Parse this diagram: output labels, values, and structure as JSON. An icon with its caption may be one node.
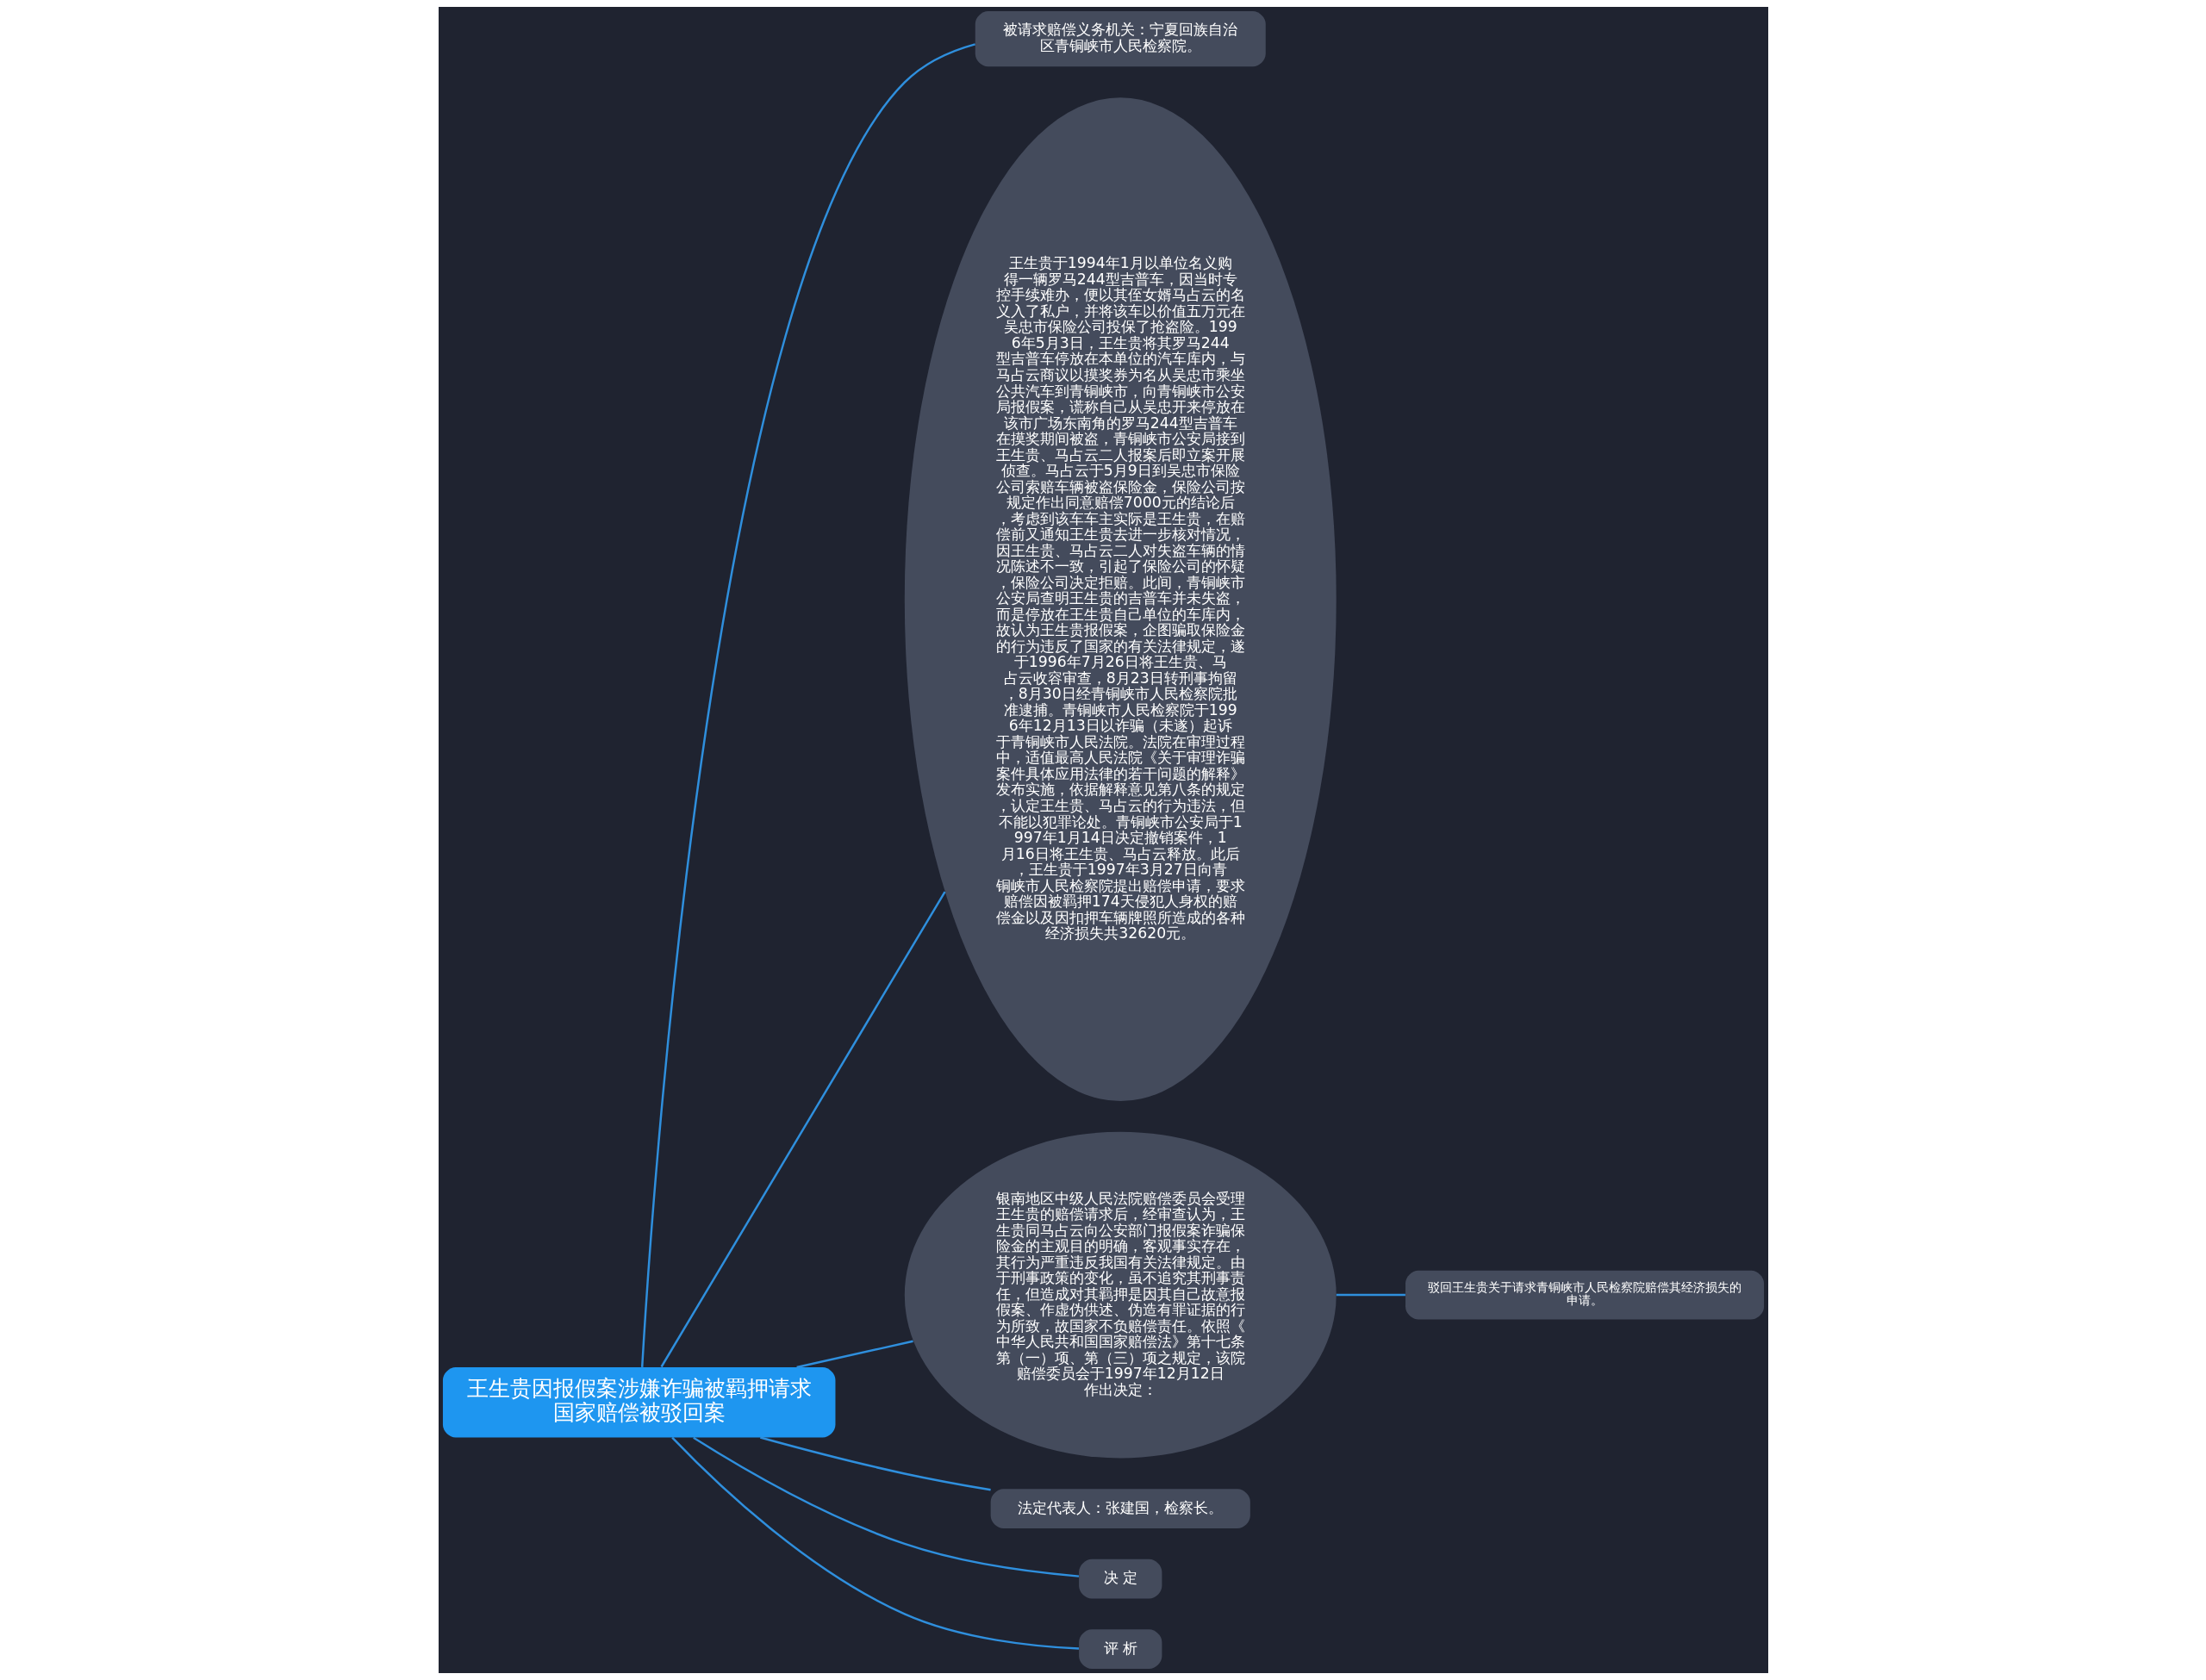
{
  "diagram": {
    "nodes": [
      {
        "text": [
          "王生贵因报假案涉嫌诈骗被羁押请求国家赔偿被驳回案"
        ]
      },
      {
        "text": [
          "被请求赔偿义务机关：宁夏回族自治区青铜峡市人民检察院。"
        ]
      },
      {
        "text": [
          "王生贵于1994年1月以单位名义购得一辆罗马244型吉普车，因当时专控手续难办，便以其侄女婿马占云的名义入了私户，并将该车以价值五万元在吴忠市保险公司投保了抢盗险。1996年5月3日，王生贵将其罗马244型吉普车停放在本单位的汽车库内，与马占云商议以摸奖券为名从吴忠市乘坐公共汽车到青铜峡市，向青铜峡市公安局报假案，谎称自己从吴忠开来停放在该市广场东南角的罗马244型吉普车在摸奖期间被盗，青铜峡市公安局接到王生贵、马占云二人报案后即立案开展侦查。马占云于5月9日到吴忠市保险公司索赔车辆被盗保险金，保险公司按规定作出同意赔偿7000元的结论后，考虑到该车车主实际是王生贵，在赔偿前又通知王生贵去进一步核对情况，因王生贵、马占云二人对失盗车辆的情况陈述不一致，引起了保险公司的怀疑，保险公司决定拒赔。此间，青铜峡市公安局查明王生贵的吉普车并未失盗，而是停放在王生贵自己单位的车库内，故认为王生贵报假案，企图骗取保险金的行为违反了国家的有关法律规定，遂于1996年7月26日将王生贵、马占云收容审查，8月23日转刑事拘留，8月30日经青铜峡市人民检察院批准逮捕。青铜峡市人民检察院于1996年12月13日以诈骗（未遂）起诉于青铜峡市人民法院。法院在审理过程中，适值最高人民法院《关于审理诈骗案件具体应用法律的若干问题的解释》发布实施，依据解释意见第八条的规定，认定王生贵、马占云的行为违法，但不能以犯罪论处。青铜峡市公安局于1997年1月14日决定撤销案件，1月16日将王生贵、马占云释放。此后，王生贵于1997年3月27日向青铜峡市人民检察院提出赔偿申请，要求赔偿因被羁押174天侵犯人身权的赔偿金以及因扣押车辆牌照所造成的各种经济损失共32620元。"
        ]
      },
      {
        "text": [
          "银南地区中级人民法院赔偿委员会受理王生贵的赔偿请求后，经审查认为，王生贵同马占云向公安部门报假案诈骗保险金的主观目的明确，客观事实存在，其行为严重违反我国有关法律规定。由于刑事政策的变化，虽不追究其刑事责任，但造成对其羁押是因其自己故意报假案、作虚伪供述、伪造有罪证据的行为所致，故国家不负赔偿责任。依照《中华人民共和国国家赔偿法》第十七条第（一）项、第（三）项之规定，该院赔偿委员会于1997年12月12日作出决定："
        ]
      },
      {
        "text": [
          "驳回王生贵关于请求青铜峡市人民检察院赔偿其经济损失的申请。"
        ]
      },
      {
        "text": [
          "法定代表人：张建国，检察长。"
        ]
      },
      {
        "text": [
          "决 定"
        ]
      },
      {
        "text": [
          "评 析"
        ]
      }
    ],
    "edges": [
      {
        "from": 0,
        "to": 1,
        "arrow": "none"
      },
      {
        "from": 0,
        "to": 2,
        "arrow": "none"
      },
      {
        "from": 0,
        "to": 3,
        "arrow": "none"
      },
      {
        "from": 3,
        "to": 4,
        "arrow": "none"
      },
      {
        "from": 0,
        "to": 5,
        "arrow": "none"
      },
      {
        "from": 0,
        "to": 6,
        "arrow": "none"
      },
      {
        "from": 0,
        "to": 7,
        "arrow": "none"
      }
    ]
  }
}
